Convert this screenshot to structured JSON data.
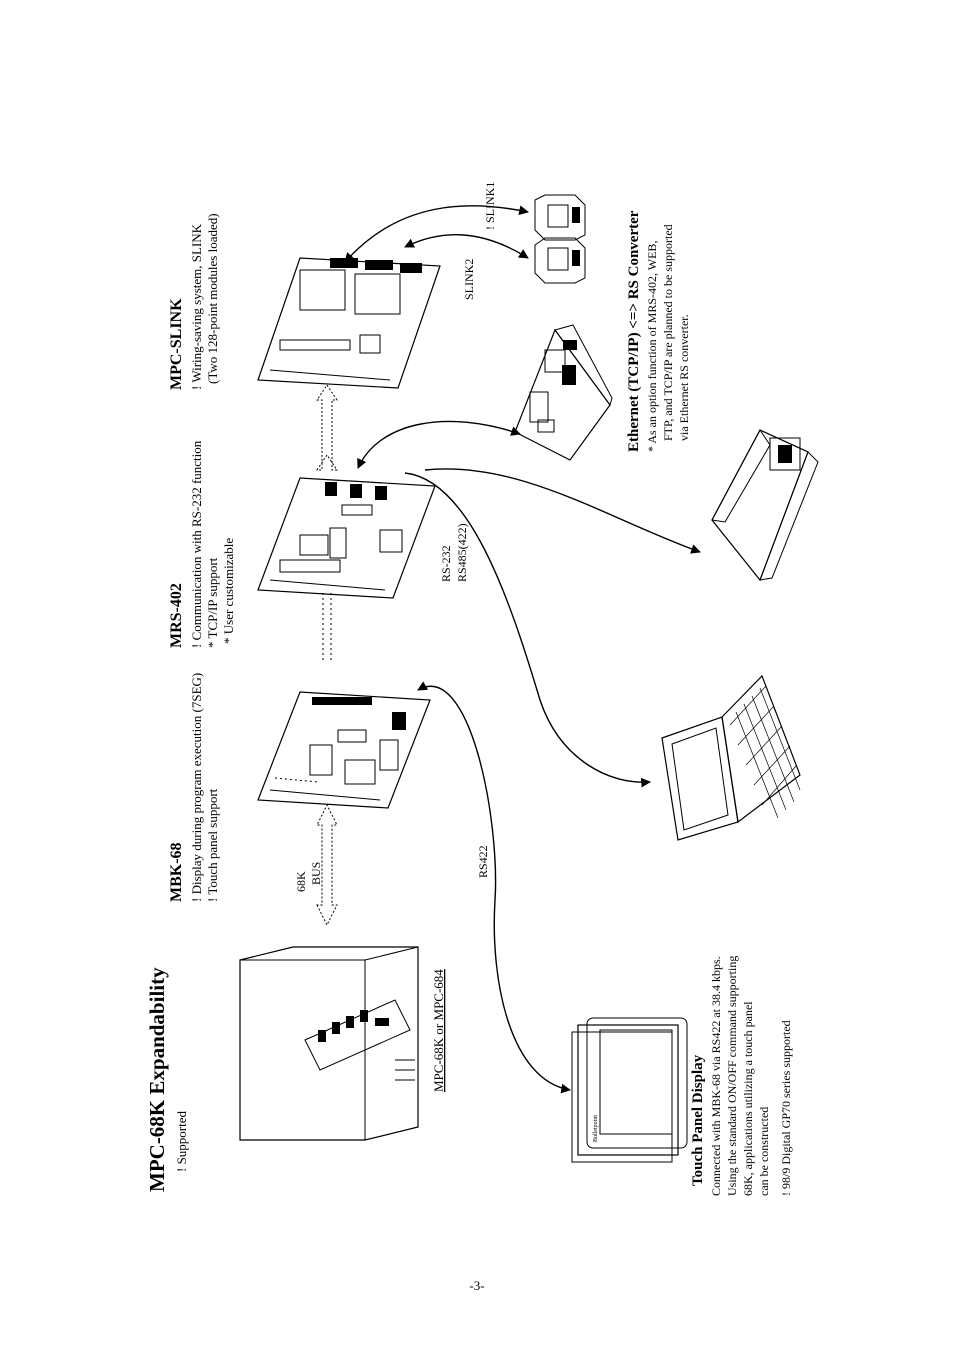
{
  "main_title": "MPC-68K Expandability",
  "main_note": "! Supported",
  "mpc_box": {
    "label": "MPC-68K or MPC-684"
  },
  "bus": {
    "l1": "68K",
    "l2": "BUS"
  },
  "mbk68": {
    "title": "MBK-68",
    "l1": "! Display during program execution (7SEG)",
    "l2": "! Touch panel support"
  },
  "mrs402": {
    "title": "MRS-402",
    "l1": "! Communication with RS-232 function",
    "l2": "* TCP/IP support",
    "l3": "* User customizable"
  },
  "mpcslink": {
    "title": "MPC-SLINK",
    "l1": "! Wiring-saving system, SLINK",
    "l2": "(Two 128-point modules loaded)"
  },
  "rs232": "RS-232",
  "rs485": "RS485(422)",
  "rs422": "RS422",
  "slink1": "! SLINK1",
  "slink2": "SLINK2",
  "ethernet": {
    "title": "Ethernet (TCP/IP) <=> RS Converter",
    "l1": "*  As an option function of MRS-402, WEB,",
    "l2": "FTP, and TCP/IP are planned to be supported",
    "l3": "via Ethernet RS converter."
  },
  "touch_panel": {
    "title": "Touch Panel Display",
    "l1": "Connected with MBK-68 via RS422 at 38.4 kbps.",
    "l2": "Using the standard ON/OFF command supporting",
    "l3": "68K, applications utilizing a touch panel",
    "l4": "can be constructed",
    "l5": "! 98/9 Digital GP70 series supported",
    "brand": "Bulletpoint"
  },
  "page_number": "-3-"
}
